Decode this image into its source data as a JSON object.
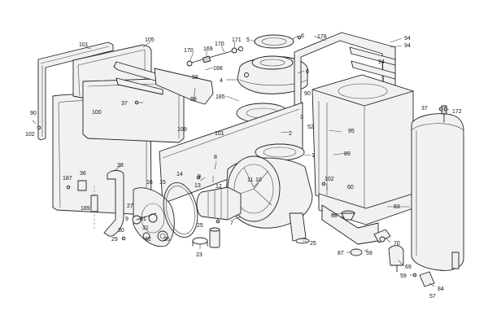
{
  "labels": [
    {
      "text": "101"
    },
    {
      "text": "105"
    },
    {
      "text": "170"
    },
    {
      "text": "169"
    },
    {
      "text": "170"
    },
    {
      "text": "171"
    },
    {
      "text": "5"
    },
    {
      "text": "6"
    },
    {
      "text": "178"
    },
    {
      "text": "94"
    },
    {
      "text": "94"
    },
    {
      "text": "94"
    },
    {
      "text": "98"
    },
    {
      "text": "168"
    },
    {
      "text": "4"
    },
    {
      "text": "6"
    },
    {
      "text": "99"
    },
    {
      "text": "185"
    },
    {
      "text": "90"
    },
    {
      "text": "37"
    },
    {
      "text": "172"
    },
    {
      "text": "90"
    },
    {
      "text": "102"
    },
    {
      "text": "100"
    },
    {
      "text": "37"
    },
    {
      "text": "3"
    },
    {
      "text": "52"
    },
    {
      "text": "2"
    },
    {
      "text": "95"
    },
    {
      "text": "109"
    },
    {
      "text": "101"
    },
    {
      "text": "8"
    },
    {
      "text": "1"
    },
    {
      "text": "89"
    },
    {
      "text": "38"
    },
    {
      "text": "36"
    },
    {
      "text": "187"
    },
    {
      "text": "14"
    },
    {
      "text": "9"
    },
    {
      "text": "16"
    },
    {
      "text": "15"
    },
    {
      "text": "13"
    },
    {
      "text": "12"
    },
    {
      "text": "10"
    },
    {
      "text": "11"
    },
    {
      "text": "102"
    },
    {
      "text": "60"
    },
    {
      "text": "83"
    },
    {
      "text": "189"
    },
    {
      "text": "27"
    },
    {
      "text": "9"
    },
    {
      "text": "31"
    },
    {
      "text": "31"
    },
    {
      "text": "88"
    },
    {
      "text": "7"
    },
    {
      "text": "30"
    },
    {
      "text": "29"
    },
    {
      "text": "32"
    },
    {
      "text": "26"
    },
    {
      "text": "25"
    },
    {
      "text": "25"
    },
    {
      "text": "70"
    },
    {
      "text": "87"
    },
    {
      "text": "59"
    },
    {
      "text": "23"
    },
    {
      "text": "69"
    },
    {
      "text": "59"
    },
    {
      "text": "84"
    },
    {
      "text": "57"
    }
  ]
}
